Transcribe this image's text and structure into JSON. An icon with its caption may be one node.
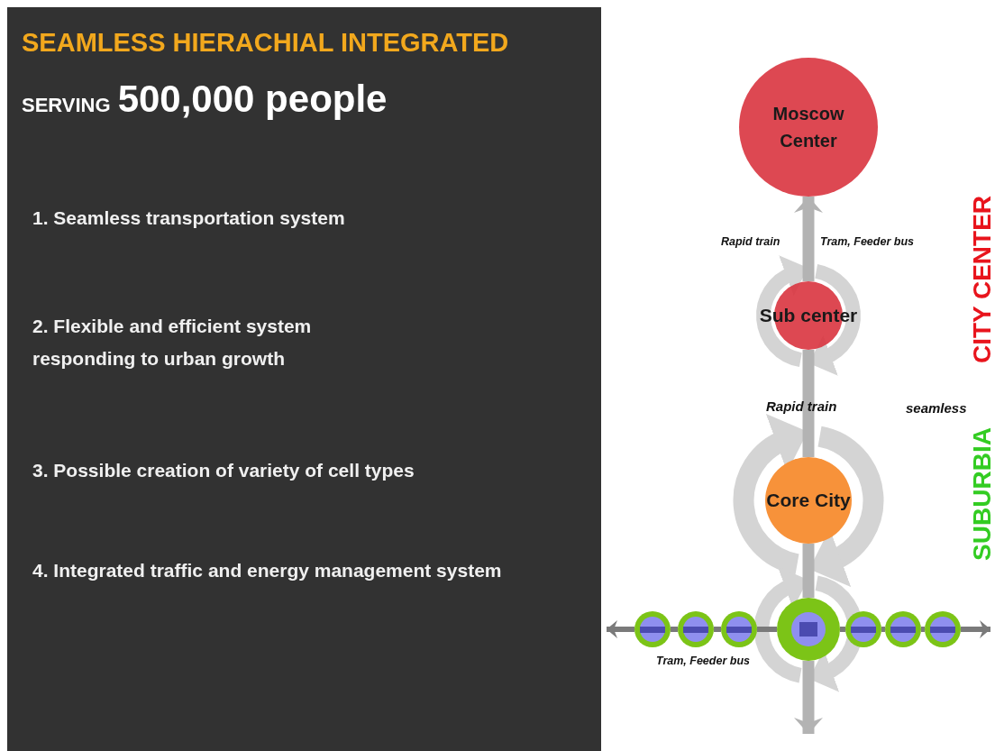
{
  "diagram": {
    "title": "SEAMLESS HIERACHIAL INTEGRATED",
    "nodes": [
      {
        "text": [
          "Moscow Center"
        ]
      },
      {
        "text": [
          "Sub center"
        ]
      },
      {
        "text": [
          "Core City"
        ]
      },
      {
        "text": [],
        "shape": "circle"
      },
      {
        "text": [],
        "shape": "circle"
      },
      {
        "text": [],
        "shape": "circle"
      },
      {
        "text": [],
        "shape": "circle"
      },
      {
        "text": [],
        "shape": "circle"
      },
      {
        "text": [],
        "shape": "circle"
      },
      {
        "text": [],
        "shape": "circle"
      }
    ],
    "edges": [
      {
        "from": 1,
        "to": 0,
        "arrow": "to",
        "style": "thick",
        "color": "#b3b3b3"
      },
      {
        "from": 2,
        "to": 1,
        "arrow": "none",
        "style": "thick",
        "color": "#b3b3b3"
      },
      {
        "from": 6,
        "to": 2,
        "arrow": "none",
        "style": "thick",
        "color": "#b3b3b3"
      },
      {
        "from": 6,
        "to": null,
        "arrow": "to",
        "style": "thick",
        "color": "#b3b3b3"
      },
      {
        "from": 3,
        "to": null,
        "arrow": "to"
      },
      {
        "from": 3,
        "to": 4,
        "arrow": "none"
      },
      {
        "from": 4,
        "to": 5,
        "arrow": "none"
      },
      {
        "from": 5,
        "to": 6,
        "arrow": "none"
      },
      {
        "from": 6,
        "to": 7,
        "arrow": "none"
      },
      {
        "from": 7,
        "to": 8,
        "arrow": "none"
      },
      {
        "from": 8,
        "to": 9,
        "arrow": "none"
      },
      {
        "from": 9,
        "to": null,
        "arrow": "to"
      }
    ],
    "labels": [
      "SERVING",
      "500,000 people",
      "1. Seamless transportation system",
      "2. Flexible and efficient system responding to urban growth",
      "3. Possible creation of variety of cell types",
      "4. Integrated traffic and energy management system",
      "Rapid train",
      "Tram, Feeder bus",
      "CITY CENTER",
      "Rapid train",
      "seamless",
      "SUBURBIA",
      "Tram, Feeder bus"
    ]
  }
}
